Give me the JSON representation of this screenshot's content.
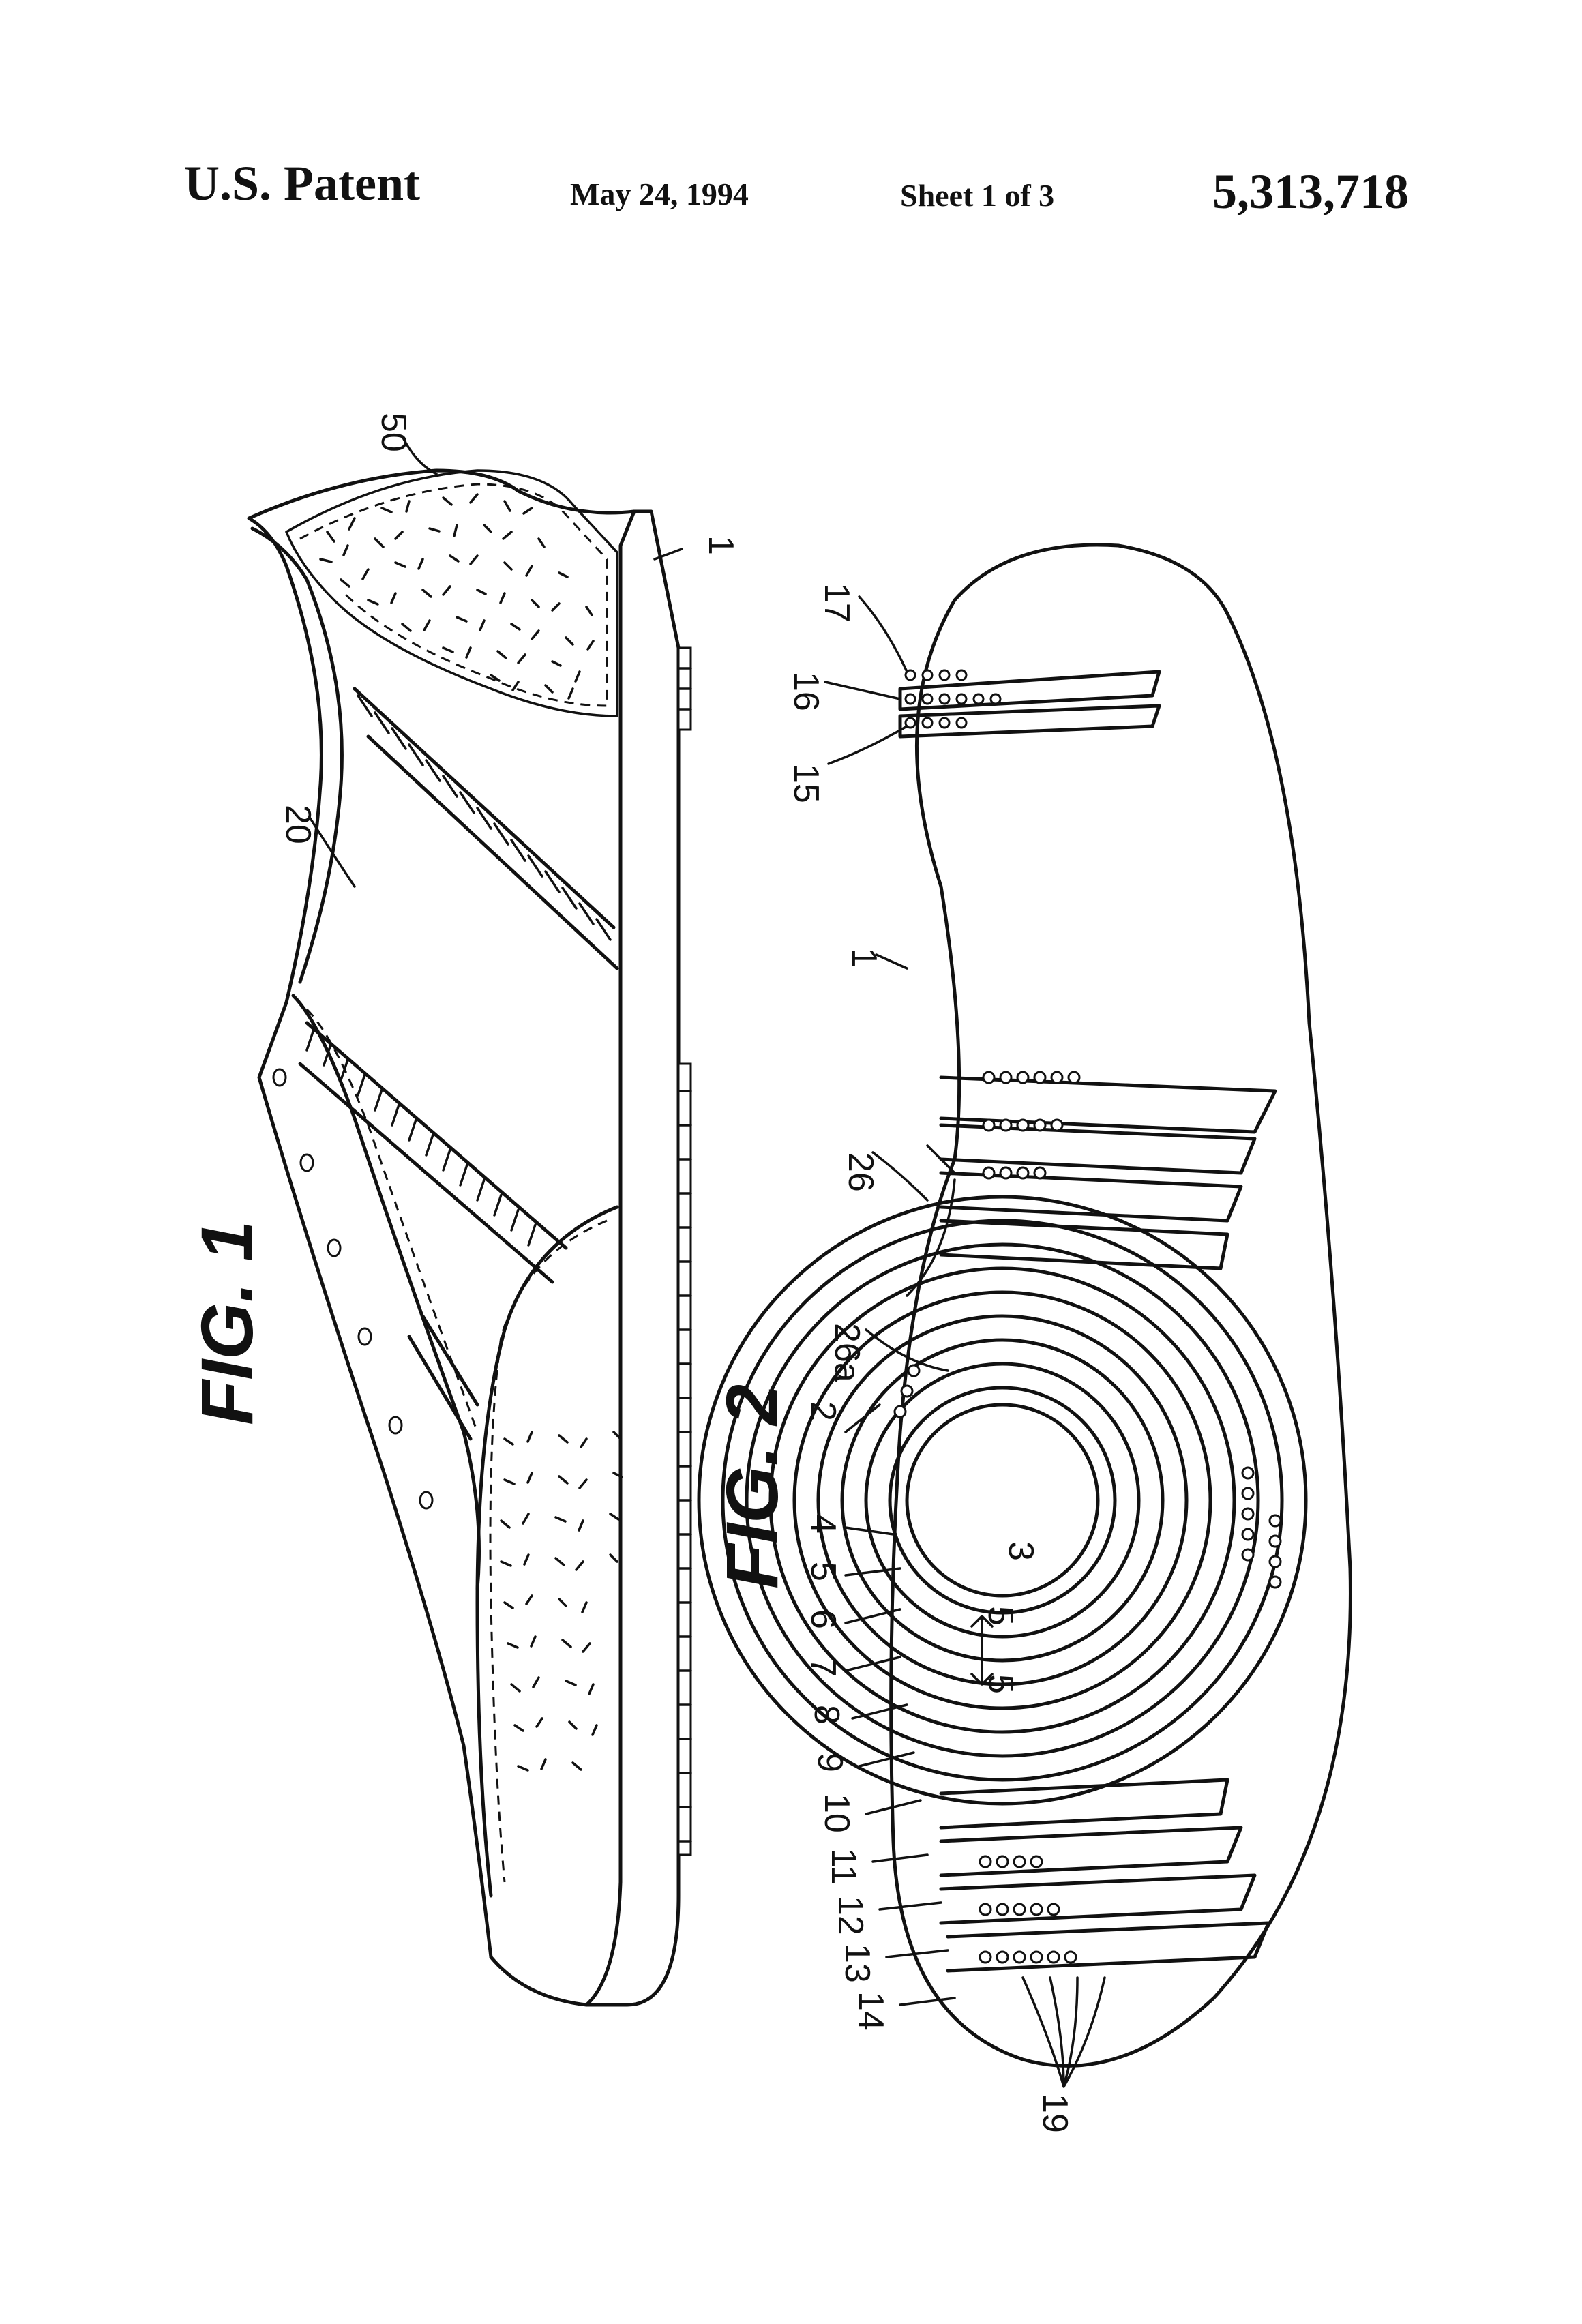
{
  "header": {
    "left": "U.S. Patent",
    "date": "May 24, 1994",
    "sheet": "Sheet 1 of 3",
    "patent_number": "5,313,718"
  },
  "figures": {
    "fig1_label": "FIG. 1",
    "fig2_label": "FIG. 2"
  },
  "fig1_refs": {
    "r50": "50",
    "r1": "1",
    "r20": "20"
  },
  "fig2_refs": {
    "r17": "17",
    "r16": "16",
    "r15": "15",
    "r1": "1",
    "r26": "26",
    "r26a": "26a",
    "r2": "2",
    "r3": "3",
    "r4": "4",
    "r5": "5",
    "r6": "6",
    "r7": "7",
    "r8": "8",
    "r9": "9",
    "r10": "10",
    "r11": "11",
    "r12": "12",
    "r13": "13",
    "r14": "14",
    "r19": "19",
    "r5b": "5",
    "r5c": "5"
  }
}
